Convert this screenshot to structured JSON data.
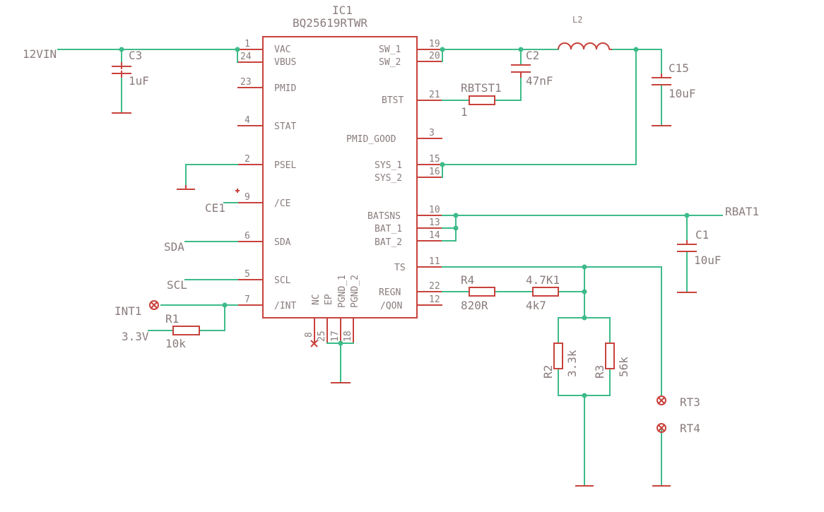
{
  "ic": {
    "ref": "IC1",
    "part": "BQ25619RTWR",
    "left_pins": [
      {
        "num": "1",
        "name": "VAC"
      },
      {
        "num": "24",
        "name": "VBUS"
      },
      {
        "num": "23",
        "name": "PMID"
      },
      {
        "num": "4",
        "name": "STAT"
      },
      {
        "num": "2",
        "name": "PSEL"
      },
      {
        "num": "9",
        "name": "/CE"
      },
      {
        "num": "6",
        "name": "SDA"
      },
      {
        "num": "5",
        "name": "SCL"
      },
      {
        "num": "7",
        "name": "/INT"
      }
    ],
    "right_pins": [
      {
        "num": "19",
        "name": "SW_1"
      },
      {
        "num": "20",
        "name": "SW_2"
      },
      {
        "num": "21",
        "name": "BTST"
      },
      {
        "num": "3",
        "name": "PMID_GOOD"
      },
      {
        "num": "15",
        "name": "SYS_1"
      },
      {
        "num": "16",
        "name": "SYS_2"
      },
      {
        "num": "10",
        "name": "BATSNS"
      },
      {
        "num": "13",
        "name": "BAT_1"
      },
      {
        "num": "14",
        "name": "BAT_2"
      },
      {
        "num": "11",
        "name": "TS"
      },
      {
        "num": "22",
        "name": "REGN"
      },
      {
        "num": "12",
        "name": "/QON"
      }
    ],
    "bottom_pins": [
      {
        "num": "8",
        "name": "NC"
      },
      {
        "num": "25",
        "name": "EP"
      },
      {
        "num": "17",
        "name": "PGND_1"
      },
      {
        "num": "18",
        "name": "PGND_2"
      }
    ]
  },
  "components": {
    "c3": {
      "ref": "C3",
      "value": "1uF"
    },
    "c2": {
      "ref": "C2",
      "value": "47nF"
    },
    "c15": {
      "ref": "C15",
      "value": "10uF"
    },
    "c1": {
      "ref": "C1",
      "value": "10uF"
    },
    "l2": {
      "ref": "L2"
    },
    "rbtst1": {
      "ref": "RBTST1",
      "value": "1"
    },
    "r4": {
      "ref": "R4",
      "value": "820R"
    },
    "r47k1": {
      "ref": "4.7K1",
      "value": "4k7"
    },
    "r1": {
      "ref": "R1",
      "value": "10k"
    },
    "r2": {
      "ref": "R2",
      "value": "3.3k"
    },
    "r3": {
      "ref": "R3",
      "value": "56k"
    }
  },
  "nets": {
    "vin": "12VIN",
    "ce": "CE1",
    "sda": "SDA",
    "scl": "SCL",
    "int": "INT1",
    "v33": "3.3V",
    "rbat": "RBAT1",
    "rt3": "RT3",
    "rt4": "RT4"
  },
  "colors": {
    "wire": "#3dbb8a",
    "symbol": "#c8423c",
    "text": "#8a7c7c"
  }
}
